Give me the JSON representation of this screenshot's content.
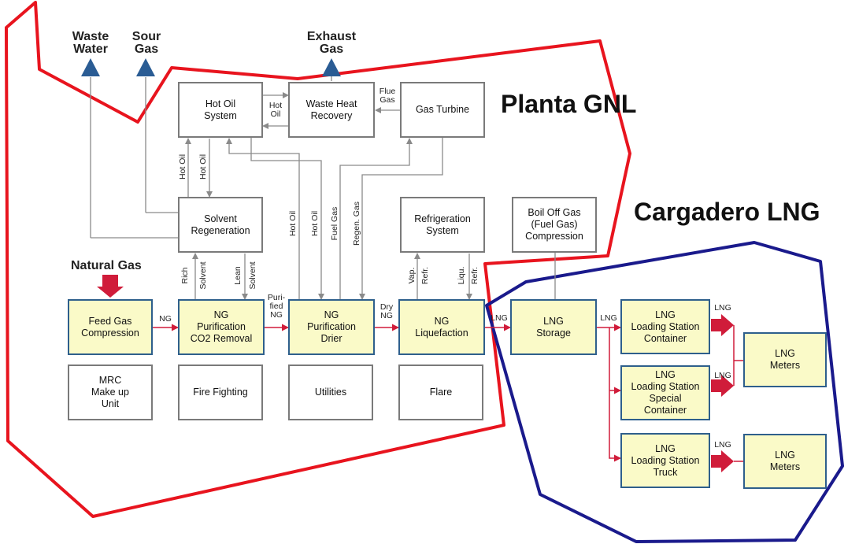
{
  "regions": {
    "plant_label": "Planta GNL",
    "terminal_label": "Cargadero LNG",
    "plant_color": "#e8141e",
    "terminal_color": "#1a1a8c"
  },
  "outputs": {
    "waste_water": [
      "Waste",
      "Water"
    ],
    "sour_gas": [
      "Sour",
      "Gas"
    ],
    "exhaust_gas": [
      "Exhaust",
      "Gas"
    ]
  },
  "inputs": {
    "natural_gas": "Natural Gas"
  },
  "units": {
    "hot_oil_system": [
      "Hot Oil",
      "System"
    ],
    "waste_heat_recovery": [
      "Waste Heat",
      "Recovery"
    ],
    "gas_turbine": [
      "Gas Turbine"
    ],
    "solvent_regeneration": [
      "Solvent",
      "Regeneration"
    ],
    "refrigeration_system": [
      "Refrigeration",
      "System"
    ],
    "boil_off_gas": [
      "Boil Off Gas",
      "(Fuel Gas)",
      "Compression"
    ],
    "feed_gas_compression": [
      "Feed Gas",
      "Compression"
    ],
    "ng_purification_co2": [
      "NG",
      "Purification",
      "CO2 Removal"
    ],
    "ng_purification_drier": [
      "NG",
      "Purification",
      "Drier"
    ],
    "ng_liquefaction": [
      "NG",
      "Liquefaction"
    ],
    "lng_storage": [
      "LNG",
      "Storage"
    ],
    "loading_container": [
      "LNG",
      "Loading Station",
      "Container"
    ],
    "loading_special": [
      "LNG",
      "Loading Station",
      "Special",
      "Container"
    ],
    "loading_truck": [
      "LNG",
      "Loading Station",
      "Truck"
    ],
    "meters_top": [
      "LNG",
      "Meters"
    ],
    "meters_bottom": [
      "LNG",
      "Meters"
    ],
    "mrc_makeup": [
      "MRC",
      "Make up",
      "Unit"
    ],
    "fire_fighting": [
      "Fire Fighting"
    ],
    "utilities": [
      "Utilities"
    ],
    "flare": [
      "Flare"
    ]
  },
  "flow_labels": {
    "hot_oil_1": "Hot Oil",
    "flue_gas": [
      "Flue",
      "Gas"
    ],
    "hot_oil_2": "Hot Oil",
    "hot_oil_3": "Hot Oil",
    "hot_oil_4": "Hot Oil",
    "hot_oil_5": "Hot Oil",
    "fuel_gas": "Fuel Gas",
    "regen_gas": "Regen. Gas",
    "rich_solvent_1": "Rich",
    "rich_solvent_2": "Solvent",
    "lean_solvent_1": "Lean",
    "lean_solvent_2": "Solvent",
    "vap_refr_1": "Vap.",
    "vap_refr_2": "Refr.",
    "liqu_refr_1": "Liqu.",
    "liqu_refr_2": "Refr.",
    "ng": "NG",
    "purified_ng": [
      "Puri-",
      "fied",
      "NG"
    ],
    "dry_ng": [
      "Dry",
      "NG"
    ],
    "lng_1": "LNG",
    "lng_2": "LNG",
    "lng_3": "LNG",
    "lng_4": "LNG",
    "lng_5": "LNG"
  }
}
